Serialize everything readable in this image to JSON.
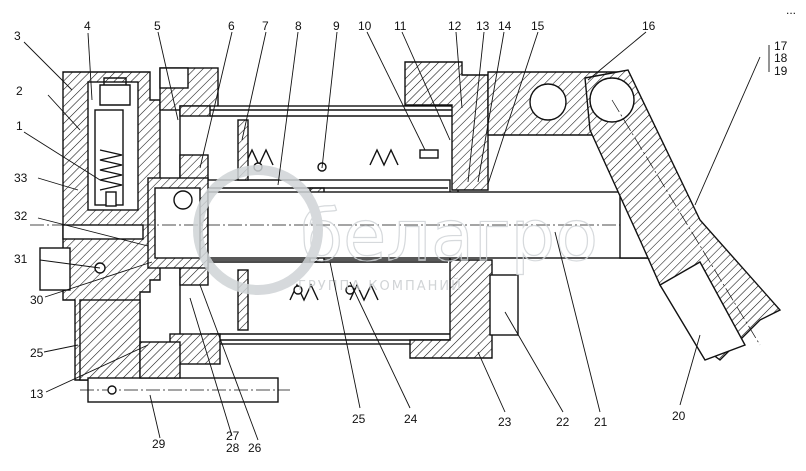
{
  "figure": {
    "corner_mark": "...",
    "watermark": {
      "brand": "белагро",
      "subtitle": "ГРУППА КОМПАНИЙ"
    },
    "callouts": [
      {
        "id": "c1",
        "text": "1"
      },
      {
        "id": "c2",
        "text": "2"
      },
      {
        "id": "c3",
        "text": "3"
      },
      {
        "id": "c4",
        "text": "4"
      },
      {
        "id": "c5",
        "text": "5"
      },
      {
        "id": "c6",
        "text": "6"
      },
      {
        "id": "c7",
        "text": "7"
      },
      {
        "id": "c8",
        "text": "8"
      },
      {
        "id": "c9",
        "text": "9"
      },
      {
        "id": "c10",
        "text": "10"
      },
      {
        "id": "c11",
        "text": "11"
      },
      {
        "id": "c12",
        "text": "12"
      },
      {
        "id": "c13",
        "text": "13"
      },
      {
        "id": "c14",
        "text": "14"
      },
      {
        "id": "c15",
        "text": "15"
      },
      {
        "id": "c16",
        "text": "16"
      },
      {
        "id": "c17",
        "text": "17"
      },
      {
        "id": "c18",
        "text": "18"
      },
      {
        "id": "c19",
        "text": "19"
      },
      {
        "id": "c33",
        "text": "33"
      },
      {
        "id": "c32",
        "text": "32"
      },
      {
        "id": "c31",
        "text": "31"
      },
      {
        "id": "c30",
        "text": "30"
      },
      {
        "id": "c25a",
        "text": "25"
      },
      {
        "id": "c13b",
        "text": "13"
      },
      {
        "id": "c29",
        "text": "29"
      },
      {
        "id": "c27",
        "text": "27"
      },
      {
        "id": "c28",
        "text": "28"
      },
      {
        "id": "c26",
        "text": "26"
      },
      {
        "id": "c25b",
        "text": "25"
      },
      {
        "id": "c24",
        "text": "24"
      },
      {
        "id": "c23",
        "text": "23"
      },
      {
        "id": "c22",
        "text": "22"
      },
      {
        "id": "c21",
        "text": "21"
      },
      {
        "id": "c20",
        "text": "20"
      }
    ]
  }
}
